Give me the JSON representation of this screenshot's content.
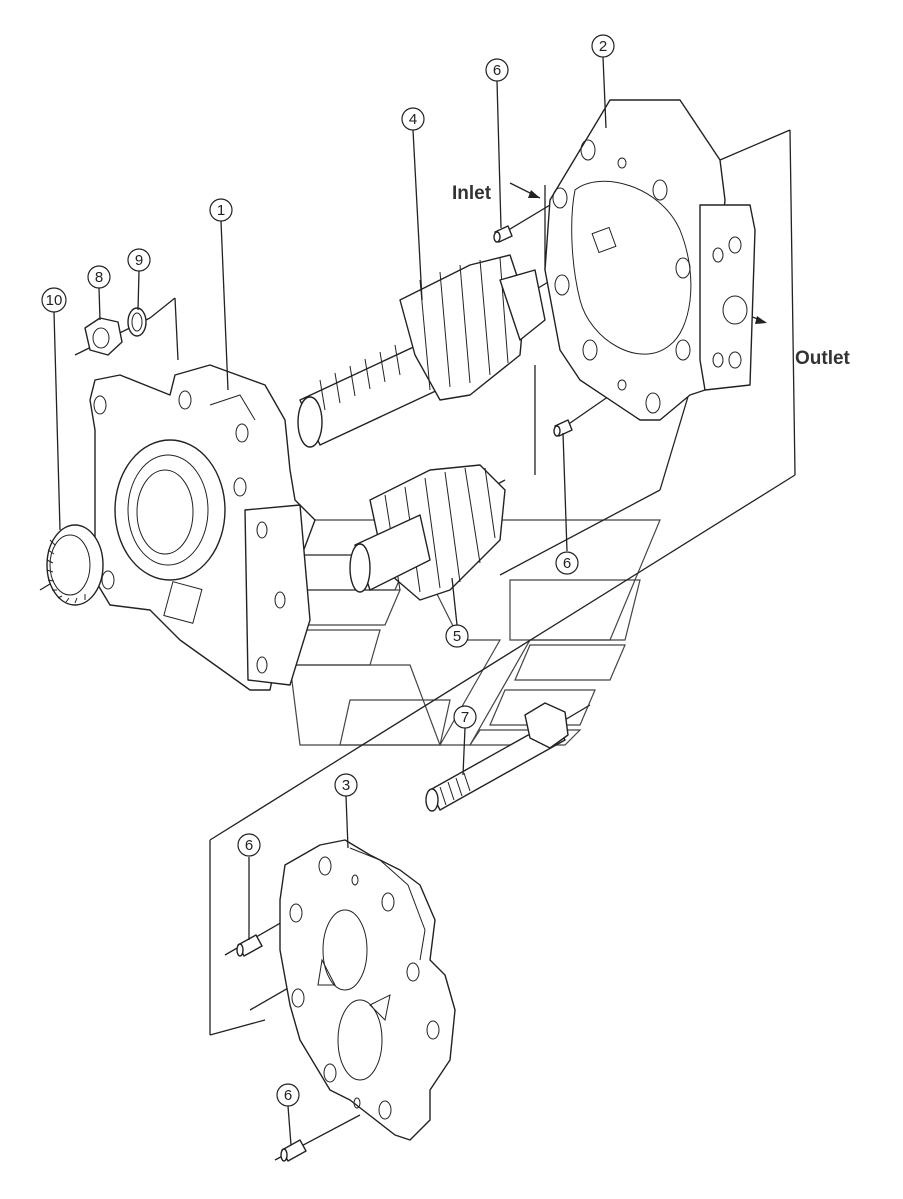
{
  "diagram": {
    "callouts": [
      {
        "id": "c1",
        "label": "1"
      },
      {
        "id": "c2",
        "label": "2"
      },
      {
        "id": "c3",
        "label": "3"
      },
      {
        "id": "c4",
        "label": "4"
      },
      {
        "id": "c5",
        "label": "5"
      },
      {
        "id": "c6a",
        "label": "6"
      },
      {
        "id": "c6b",
        "label": "6"
      },
      {
        "id": "c6c",
        "label": "6"
      },
      {
        "id": "c6d",
        "label": "6"
      },
      {
        "id": "c7",
        "label": "7"
      },
      {
        "id": "c8",
        "label": "8"
      },
      {
        "id": "c9",
        "label": "9"
      },
      {
        "id": "c10",
        "label": "10"
      }
    ],
    "flow_labels": {
      "inlet": "Inlet",
      "outlet": "Outlet"
    }
  }
}
